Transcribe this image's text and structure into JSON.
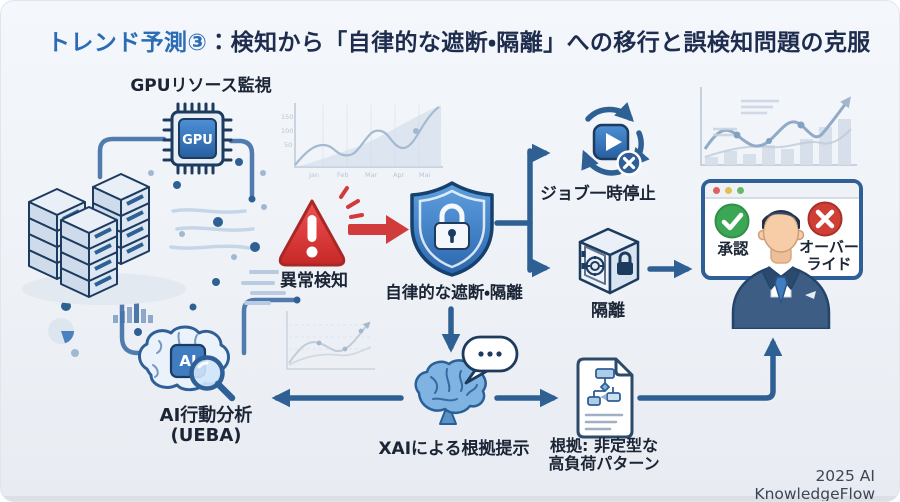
{
  "title": {
    "highlight": "トレンド予測③",
    "rest": "：検知から「自律的な遮断・隔離」への移行と誤検知問題の克服"
  },
  "nodes": {
    "gpu_monitor": {
      "label": "GPUリソース監視",
      "chip_text": "GPU"
    },
    "anomaly_detection": {
      "label": "異常検知"
    },
    "autonomous_block": {
      "label": "自律的な遮断・隔離"
    },
    "job_pause": {
      "label": "ジョブ一時停止"
    },
    "quarantine": {
      "label": "隔離"
    },
    "human_review": {
      "approve_label": "承認",
      "override_label": "オーバーライド"
    },
    "ueba": {
      "label_line1": "AI行動分析",
      "label_line2": "(UEBA)",
      "chip_text": "AI"
    },
    "xai": {
      "label": "XAIによる根拠提示"
    },
    "evidence": {
      "label_line1": "根拠: 非定型な",
      "label_line2": "高負荷パターン"
    }
  },
  "decor": {
    "gpu_chart": {
      "y_ticks": [
        "150",
        "100",
        "50"
      ],
      "x_ticks": [
        "Jan",
        "Feb",
        "Mar",
        "Apr",
        "Mai"
      ]
    }
  },
  "footer": {
    "credit": "2025 AI KnowledgeFlow"
  },
  "colors": {
    "accent_blue": "#2e6094",
    "alert_red": "#d23b3b",
    "approve_green": "#3ba755",
    "override_red": "#cf3f36",
    "title_blue": "#2b6cb5",
    "title_dark": "#1e2c4e"
  }
}
